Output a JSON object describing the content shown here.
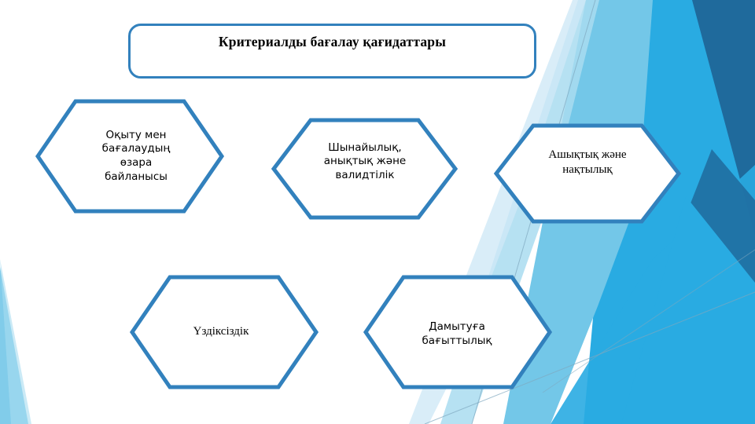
{
  "slide": {
    "title": "Критериалды бағалау қағидаттары",
    "background_color": "#ffffff",
    "accent_color": "#3281bd"
  },
  "decor": {
    "palette": {
      "dark_blue": "#1f6a9c",
      "mid_blue": "#29abe2",
      "light_blue": "#73c7e8",
      "pale_blue": "#a9dcf0",
      "very_pale_blue": "#cfe9f6",
      "hairline": "#7fa8bf"
    }
  },
  "hexagons": [
    {
      "id": "hex-oqytu-bagalau",
      "label": "Оқыту мен\nбағалаудың\nөзара\nбайланысы",
      "font": "sans",
      "font_size": "13.5px"
    },
    {
      "id": "hex-shynayylyq",
      "label": "Шынайылық,\nанықтық және\nвалидтілік",
      "font": "sans",
      "font_size": "13.5px"
    },
    {
      "id": "hex-ashyqtyq",
      "label": "Ашықтық және\nнақтылық",
      "font": "serif",
      "font_size": "15px"
    },
    {
      "id": "hex-uzdiksizdik",
      "label": "Үздіксіздік",
      "font": "serif",
      "font_size": "15px"
    },
    {
      "id": "hex-damytuga",
      "label": "Дамытуға\nбағыттылық",
      "font": "sans",
      "font_size": "13.5px"
    }
  ]
}
